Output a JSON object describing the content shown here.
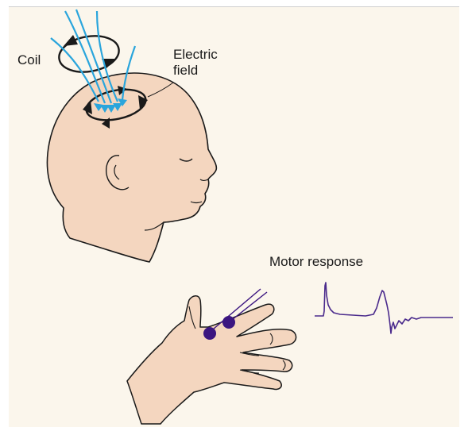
{
  "labels": {
    "coil": "Coil",
    "electric_field": "Electric\nfield",
    "motor_response": "Motor response"
  },
  "colors": {
    "background": "#fbf6ec",
    "skin": "#f4d6bf",
    "outline": "#1a1a1a",
    "field_arrows": "#2aa5dc",
    "trace": "#4a2a8c",
    "electrode": "#3b1580"
  }
}
